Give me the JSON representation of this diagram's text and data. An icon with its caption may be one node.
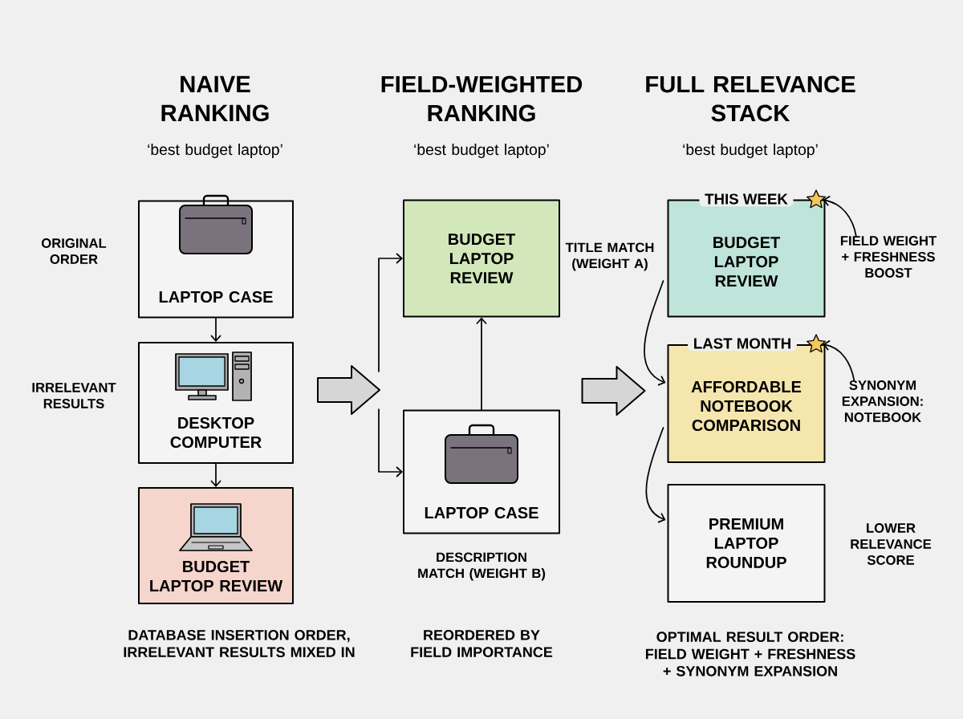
{
  "diagram": {
    "nodes": [
      {
        "text": [
          "LAPTOP CASE"
        ]
      },
      {
        "text": [
          "DESKTOP COMPUTER"
        ]
      },
      {
        "text": [
          "BUDGET LAPTOP REVIEW"
        ]
      },
      {
        "text": [
          "BUDGET LAPTOP REVIEW"
        ],
        "beside": [
          "TITLE MATCH (WEIGHT A)"
        ]
      },
      {
        "text": [
          "LAPTOP CASE"
        ],
        "beside": [
          "DESCRIPTION MATCH (WEIGHT B)"
        ]
      },
      {
        "text": [
          "THIS WEEK",
          "BUDGET LAPTOP REVIEW"
        ]
      },
      {
        "text": [
          "LAST MONTH",
          "AFFORDABLE NOTEBOOK COMPARISON"
        ]
      },
      {
        "text": [
          "PREMIUM LAPTOP ROUNDUP"
        ],
        "beside": [
          "LOWER RELEVANCE SCORE"
        ]
      },
      {
        "text": [],
        "shape": "star"
      },
      {
        "text": [
          "FIELD WEIGHT + FRESHNESS BOOST"
        ]
      },
      {
        "text": [],
        "shape": "star"
      },
      {
        "text": [
          "SYNONYM EXPANSION: NOTEBOOK"
        ]
      }
    ],
    "edges": [
      {
        "from": 0,
        "to": 1,
        "arrow": "to"
      },
      {
        "from": 1,
        "to": 2,
        "arrow": "to"
      },
      {
        "from": 1,
        "to": null,
        "arrow": "to",
        "style": "thick",
        "color": "#d6d6d6"
      },
      {
        "from": null,
        "to": 3,
        "arrow": "to"
      },
      {
        "from": null,
        "to": 4,
        "arrow": "to"
      },
      {
        "from": 4,
        "to": 3,
        "arrow": "to"
      },
      {
        "from": null,
        "to": 6,
        "arrow": "to",
        "style": "thick",
        "color": "#d6d6d6"
      },
      {
        "from": 5,
        "to": 6,
        "arrow": "to"
      },
      {
        "from": 6,
        "to": 7,
        "arrow": "to"
      },
      {
        "from": 9,
        "to": 8,
        "arrow": "to"
      },
      {
        "from": 11,
        "to": 10,
        "arrow": "to"
      }
    ],
    "labels": [
      "NAIVE RANKING",
      "FIELD-WEIGHTED RANKING",
      "FULL RELEVANCE STACK",
      "‘best budget laptop’",
      "‘best budget laptop’",
      "‘best budget laptop’",
      "ORIGINAL ORDER",
      "IRRELEVANT RESULTS",
      "DATABASE INSERTION ORDER, IRRELEVANT RESULTS MIXED IN",
      "REORDERED BY FIELD IMPORTANCE",
      "OPTIMAL RESULT ORDER: FIELD WEIGHT + FRESHNESS + SYNONYM EXPANSION"
    ]
  }
}
